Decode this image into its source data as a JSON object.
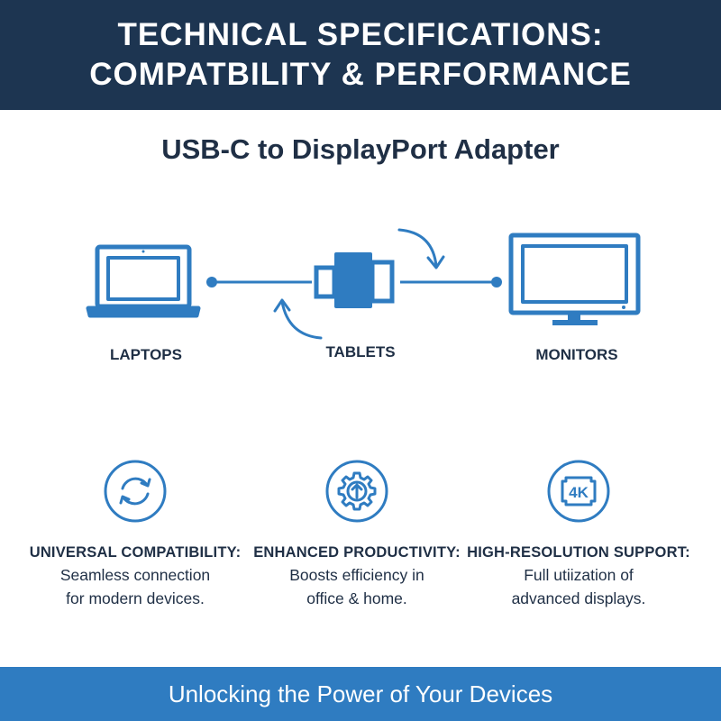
{
  "header": {
    "title_line1": "TECHNICAL SPECIFICATIONS:",
    "title_line2": "COMPATBILITY & PERFORMANCE"
  },
  "subtitle": "USB-C to DisplayPort Adapter",
  "devices": {
    "laptops": "LAPTOPS",
    "tablets": "TABLETS",
    "monitors": "MONITORS"
  },
  "features": [
    {
      "icon": "sync-arrows-icon",
      "title": "UNIVERSAL COMPATIBILITY:",
      "desc_line1": "Seamless connection",
      "desc_line2": "for modern devices."
    },
    {
      "icon": "gear-arrow-icon",
      "title": "ENHANCED PRODUCTIVITY:",
      "desc_line1": "Boosts efficiency in",
      "desc_line2": "office & home."
    },
    {
      "icon": "4k-badge-icon",
      "title": "HIGH-RESOLUTION SUPPORT:",
      "desc_line1": "Full utiization of",
      "desc_line2": "advanced displays.",
      "badge_text": "4K"
    }
  ],
  "footer": "Unlocking the Power of Your Devices",
  "colors": {
    "header_bg": "#1d3551",
    "accent_blue": "#2f7cc1",
    "text_dark": "#1f2f45"
  }
}
